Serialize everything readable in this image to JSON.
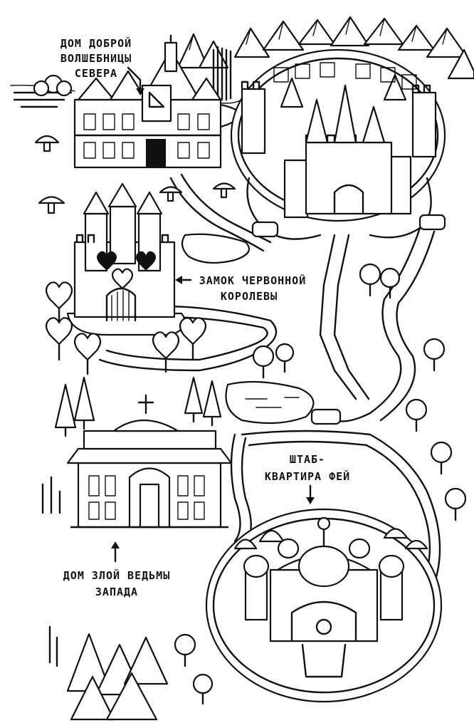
{
  "labels": {
    "north_witch": [
      "ДОМ ДОБРОЙ",
      "ВОЛШЕБНИЦЫ",
      "СЕВЕРА"
    ],
    "heart_queen": [
      "ЗАМОК ЧЕРВОННОЙ",
      "КОРОЛЕВЫ"
    ],
    "fairy_hq": [
      "ШТАБ-",
      "КВАРТИРА ФЕЙ"
    ],
    "west_witch": [
      "ДОМ ЗЛОЙ ВЕДЬМЫ",
      "ЗАПАДА"
    ]
  },
  "colors": {
    "ink": "#111111",
    "paper": "#ffffff"
  },
  "icons": [
    "arrow-down-icon",
    "arrow-left-icon",
    "arrow-up-icon"
  ]
}
